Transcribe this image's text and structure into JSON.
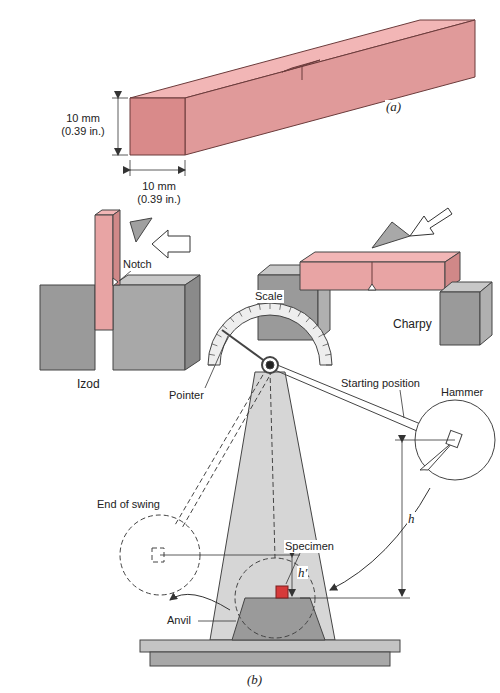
{
  "diagram": {
    "labels": [
      "10 mm (0.39 in.)",
      "(a)",
      "10 mm (0.39 in.)",
      "Notch",
      "Izod",
      "Charpy",
      "Scale",
      "Pointer",
      "Starting position",
      "Hammer",
      "h",
      "End of swing",
      "Specimen",
      "h′",
      "Anvil",
      "(b)"
    ]
  }
}
